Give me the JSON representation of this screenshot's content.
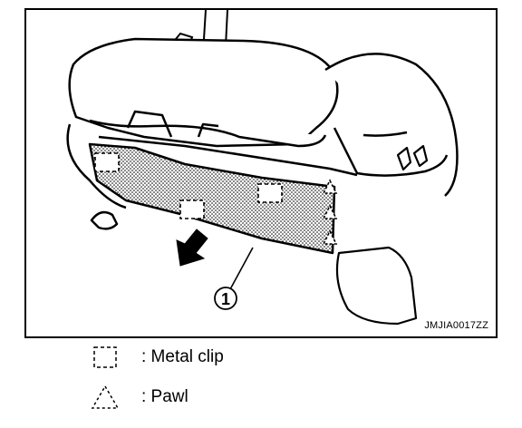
{
  "figure": {
    "code": "JMJIA0017ZZ",
    "callout": "1"
  },
  "legend": [
    {
      "icon": "metal-clip-symbol",
      "text": ": Metal clip"
    },
    {
      "icon": "pawl-symbol",
      "text": ": Pawl"
    }
  ]
}
